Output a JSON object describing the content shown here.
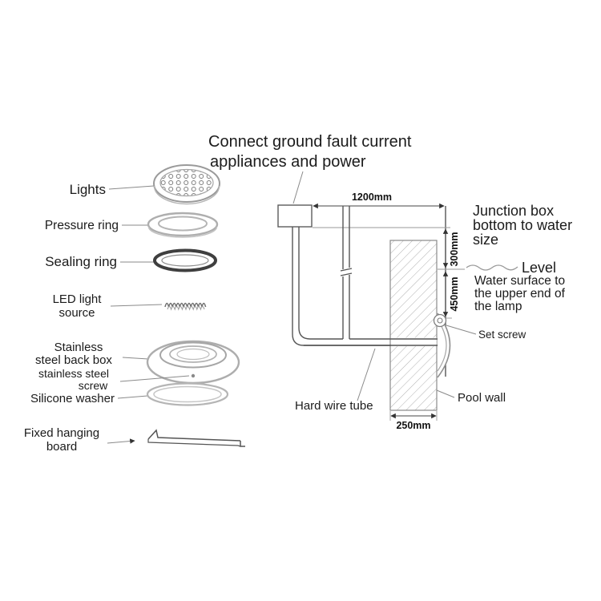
{
  "title_note": {
    "line1": "Connect ground fault current",
    "line2": "appliances and power"
  },
  "parts": {
    "lights": "Lights",
    "pressure_ring": "Pressure ring",
    "sealing_ring": "Sealing ring",
    "led_source_line1": "LED light",
    "led_source_line2": "source",
    "back_box_line1": "Stainless",
    "back_box_line2": "steel back box",
    "screw_line1": "stainless steel",
    "screw_line2": "screw",
    "silicone_washer": "Silicone washer",
    "hanging_board_line1": "Fixed hanging",
    "hanging_board_line2": "board"
  },
  "dimensions": {
    "top_span": "1200mm",
    "box_to_water": "300mm",
    "water_to_lamp": "450mm",
    "wall_thickness": "250mm"
  },
  "annotations": {
    "junction_line1": "Junction box",
    "junction_line2": "bottom to water",
    "junction_line3": "size",
    "level": "Level",
    "water_line1": "Water surface to",
    "water_line2": "the upper end of",
    "water_line3": "the lamp",
    "set_screw": "Set screw",
    "hard_wire_tube": "Hard wire tube",
    "pool_wall": "Pool wall"
  }
}
